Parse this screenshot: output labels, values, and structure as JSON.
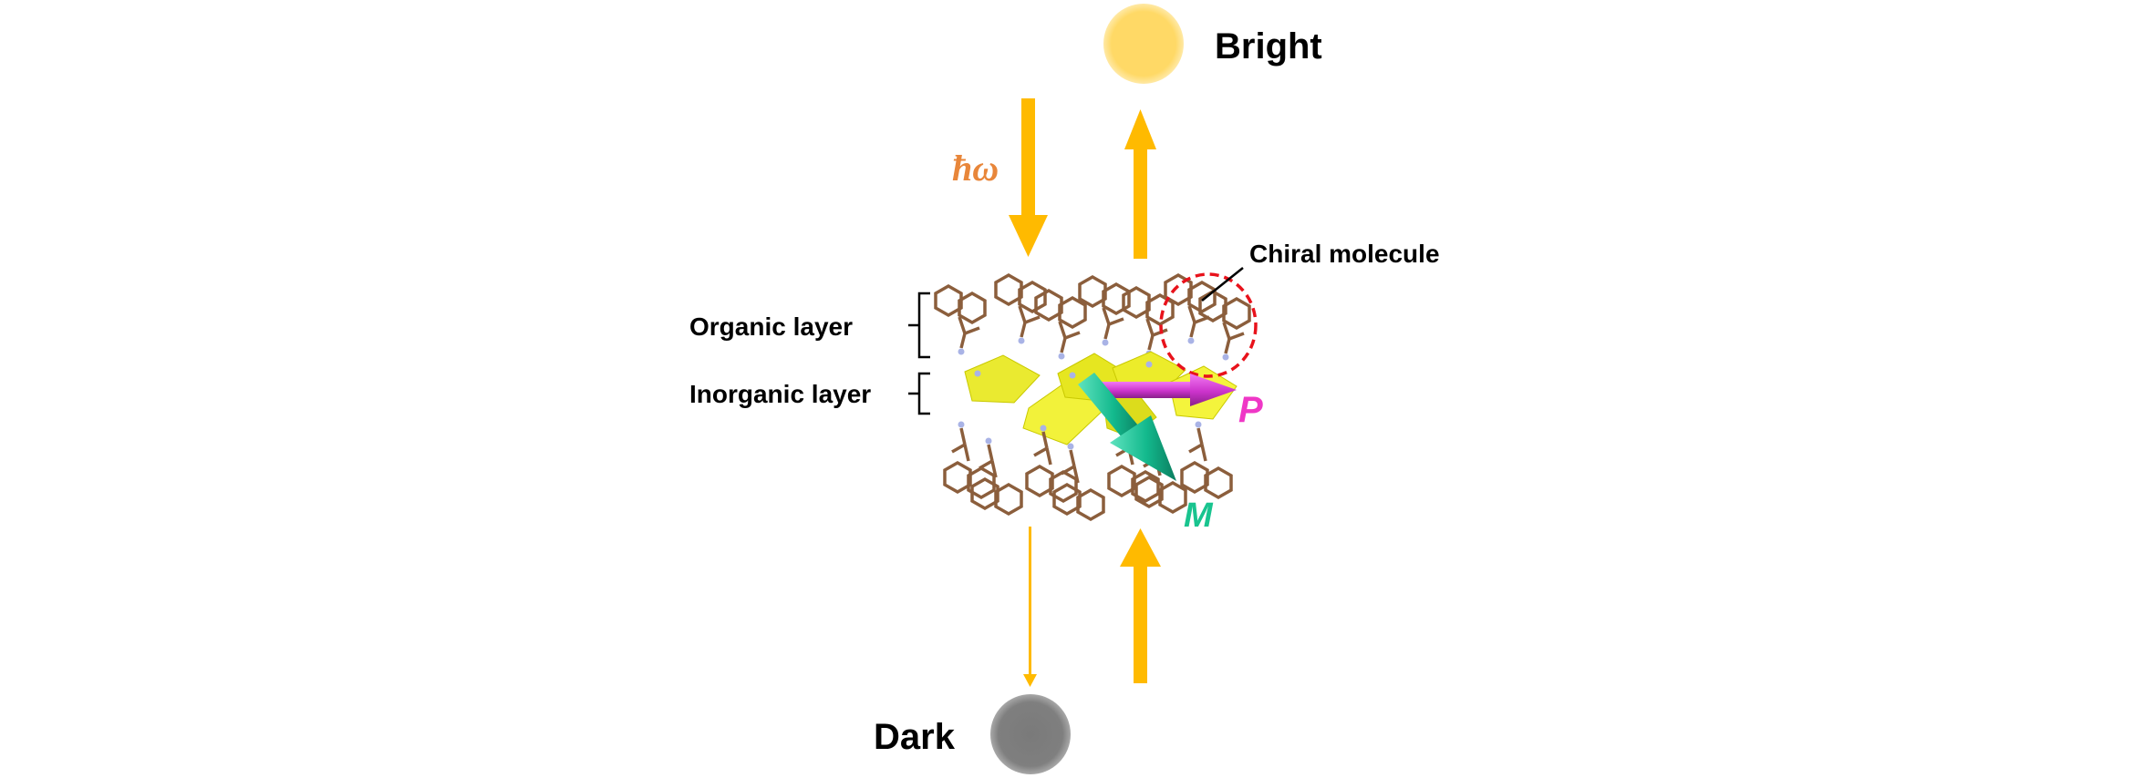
{
  "labels": {
    "bright": "Bright",
    "dark": "Dark",
    "photon": "ħω",
    "chiral_molecule": "Chiral molecule",
    "organic_layer": "Organic layer",
    "inorganic_layer": "Inorganic layer",
    "p": "P",
    "m": "M"
  },
  "colors": {
    "light_arrow": "#ffba00",
    "bright_spot": "#ffd966",
    "dark_spot": "#7f7f7f",
    "octahedra": "#eeee22",
    "organic_bonds": "#8b5e3c",
    "nitrogen": "#a9b3e6",
    "chiral_circle": "#e8121b",
    "p_arrow": "#d02fd0",
    "m_arrow": "#13b98d",
    "photon_label": "#e8863a",
    "p_label": "#ef37c6",
    "m_label": "#19c48f"
  }
}
